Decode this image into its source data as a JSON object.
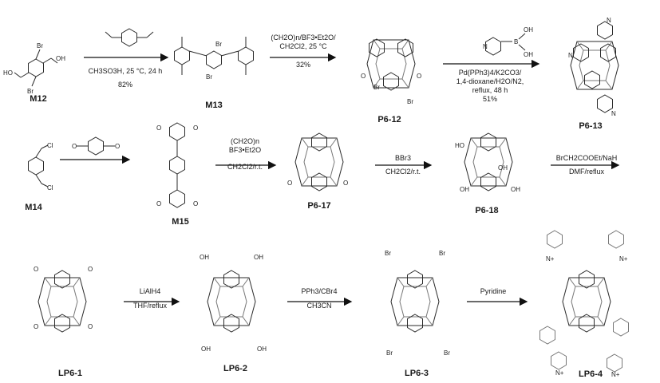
{
  "compounds": {
    "M12": "M12",
    "M13": "M13",
    "P6_12": "P6-12",
    "P6_13": "P6-13",
    "M14": "M14",
    "M15": "M15",
    "P6_17": "P6-17",
    "P6_18": "P6-18",
    "LP6_1": "LP6-1",
    "LP6_2": "LP6-2",
    "LP6_3": "LP6-3",
    "LP6_4": "LP6-4"
  },
  "conditions": {
    "r1_line1": "CH3SO3H, 25 °C, 24 h",
    "r1_line2": "82%",
    "r2_line1": "(CH2O)n/BF3•Et2O/",
    "r2_line2": "CH2Cl2, 25 °C",
    "r2_line3": "32%",
    "r3_line1": "Pd(PPh3)4/K2CO3/",
    "r3_line2": "1,4-dioxane/H2O/N2,",
    "r3_line3": "reflux, 48 h",
    "r3_line4": "51%",
    "r5_line1": "(CH2O)n",
    "r5_line2": "BF3•Et2O",
    "r5_line3": "CH2Cl2/r.t.",
    "r6_line1": "BBr3",
    "r6_line2": "CH2Cl2/r.t.",
    "r7_line1": "BrCH2COOEt/NaH",
    "r7_line2": "DMF/reflux",
    "r8_line1": "LiAlH4",
    "r8_line2": "THF/reflux",
    "r9_line1": "PPh3/CBr4",
    "r9_line2": "CH3CN",
    "r10_line1": "Pyridine"
  },
  "atoms": {
    "br": "Br",
    "oh": "OH",
    "ho": "HO",
    "cl": "Cl",
    "o": "O",
    "n": "N",
    "b": "B",
    "nplus": "N+"
  }
}
